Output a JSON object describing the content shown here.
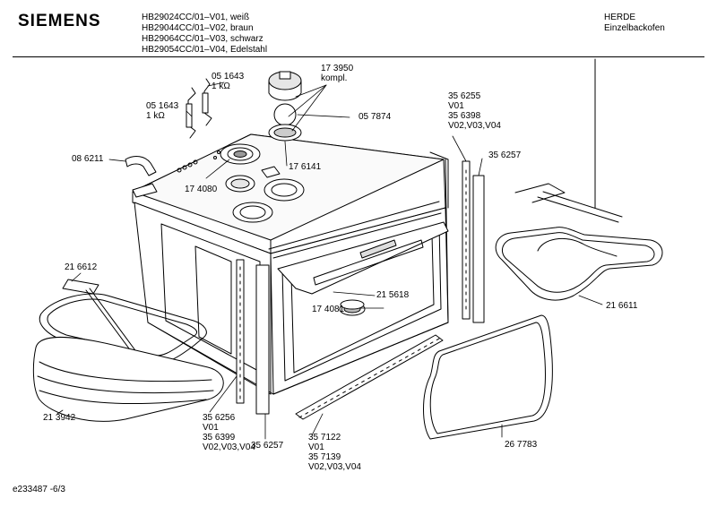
{
  "header": {
    "brand": "SIEMENS",
    "models": [
      "HB29024CC/01–V01, weiß",
      "HB29044CC/01–V02, braun",
      "HB29064CC/01–V03, schwarz",
      "HB29054CC/01–V04, Edelstahl"
    ],
    "category_line1": "HERDE",
    "category_line2": "Einzelbackofen"
  },
  "footer": {
    "drawing_id": "e233487 -6/3"
  },
  "parts": {
    "p051643_a": "05 1643",
    "p1k_a": "1 kΩ",
    "p051643_b": "05 1643",
    "p1k_b": "1 kΩ",
    "p173950": "17 3950",
    "p_kompl": "kompl.",
    "p057874": "05 7874",
    "p176141": "17 6141",
    "p086211": "08 6211",
    "p174080": "17 4080",
    "p356255": "35 6255",
    "p356255_v": "V01",
    "p356398": "35 6398",
    "p356398_v": "V02,V03,V04",
    "p356257_r": "35 6257",
    "p216612": "21 6612",
    "p215618": "21 5618",
    "p174081": "17 4081",
    "p216611": "21 6611",
    "p213942": "21 3942",
    "p356256": "35 6256",
    "p356256_v": "V01",
    "p356399": "35 6399",
    "p356399_v": "V02,V03,V04",
    "p356257_b": "35 6257",
    "p357122": "35 7122",
    "p357122_v": "V01",
    "p357139": "35 7139",
    "p357139_v": "V02,V03,V04",
    "p267783": "26 7783"
  }
}
